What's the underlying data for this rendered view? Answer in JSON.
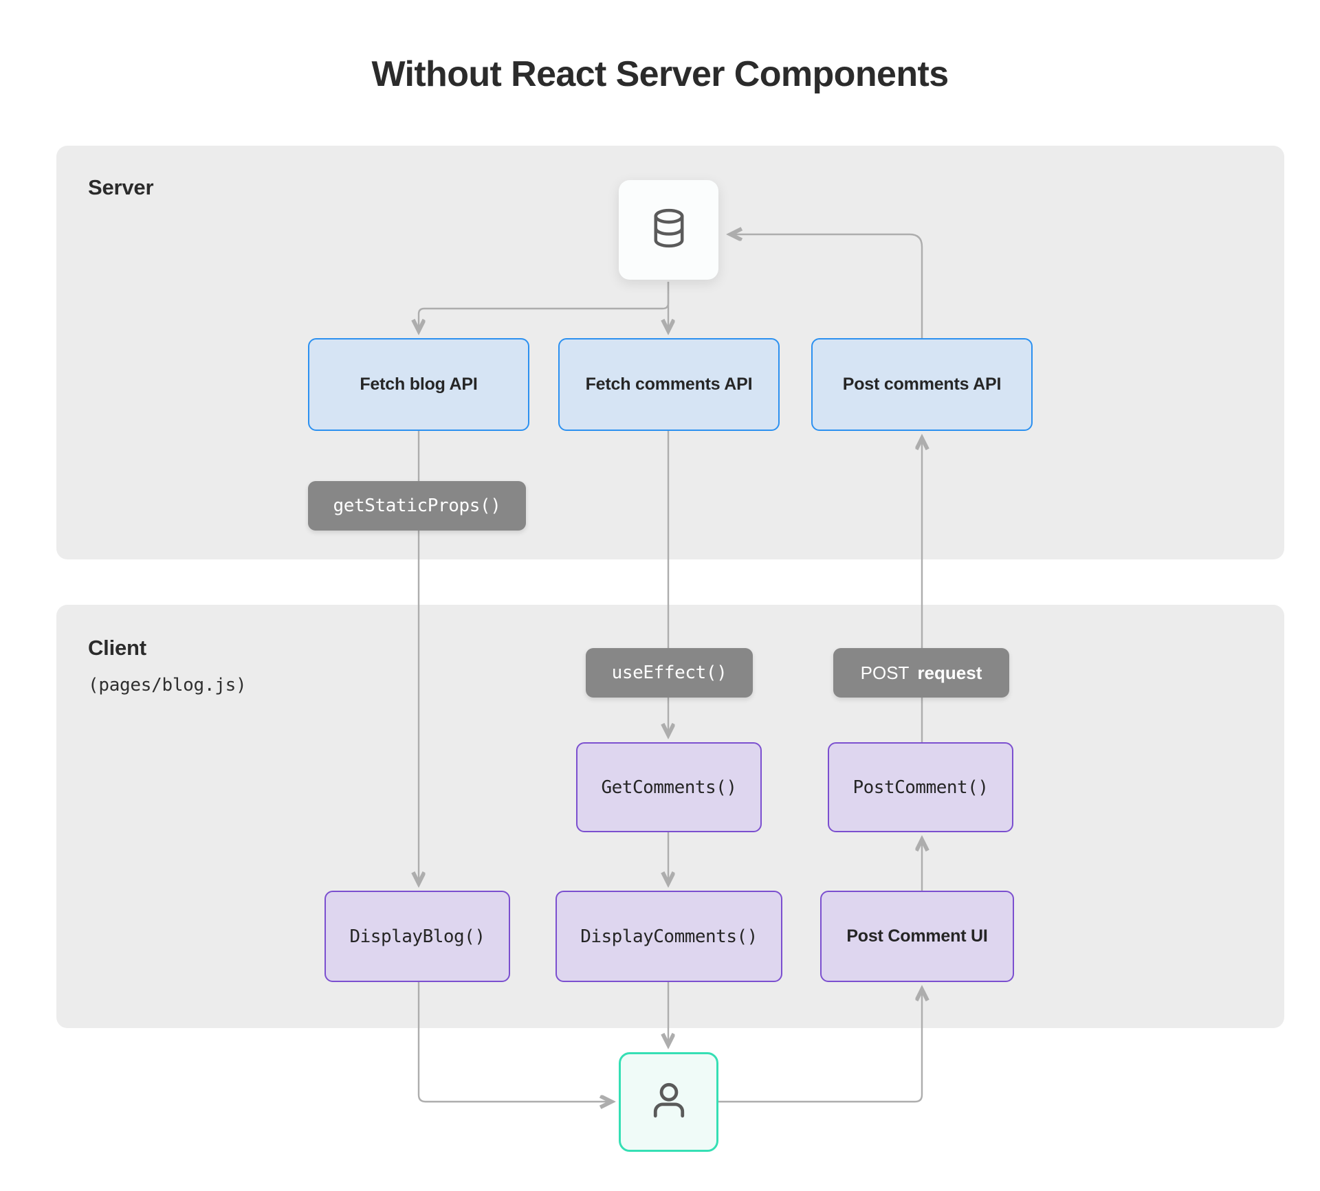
{
  "page": {
    "title": "Without React Server Components",
    "background": "#ffffff"
  },
  "colors": {
    "lane_bg": "#ececec",
    "api_fill": "#d6e4f4",
    "api_border": "#2b90f0",
    "component_fill": "#ded6ef",
    "component_border": "#7b4fcf",
    "pill_bg": "#878787",
    "pill_text": "#ffffff",
    "user_border": "#35dfb4",
    "user_fill": "#f0fbf8",
    "connector": "#adadad"
  },
  "lanes": {
    "server": {
      "title": "Server"
    },
    "client": {
      "title": "Client",
      "subtitle": "(pages/blog.js)"
    }
  },
  "icons": {
    "database": "database-icon",
    "user": "user-icon"
  },
  "nodes": {
    "fetch_blog_api": "Fetch blog API",
    "fetch_comments_api": "Fetch  comments API",
    "post_comments_api": "Post comments API",
    "get_comments": "GetComments()",
    "post_comment": "PostComment()",
    "display_blog": "DisplayBlog()",
    "display_comments": "DisplayComments()",
    "post_comment_ui": "Post Comment UI"
  },
  "labels": {
    "get_static_props": "getStaticProps()",
    "use_effect": "useEffect()",
    "post_request_method": "POST",
    "post_request_word": "request"
  }
}
